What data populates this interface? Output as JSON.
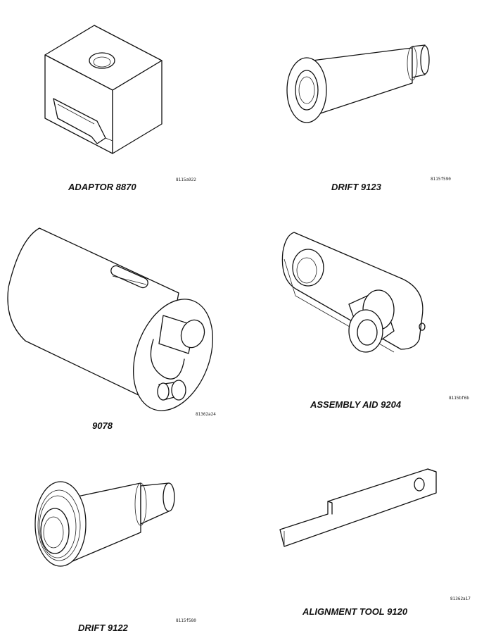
{
  "tools": [
    {
      "name": "ADAPTOR 8870",
      "code": "8115a922"
    },
    {
      "name": "DRIFT 9123",
      "code": "8115f590"
    },
    {
      "name": "9078",
      "code": "81362a24"
    },
    {
      "name": "ASSEMBLY AID 9204",
      "code": "8115bf6b"
    },
    {
      "name": "DRIFT 9122",
      "code": "8115f580"
    },
    {
      "name": "ALIGNMENT TOOL 9120",
      "code": "81362a17"
    }
  ]
}
